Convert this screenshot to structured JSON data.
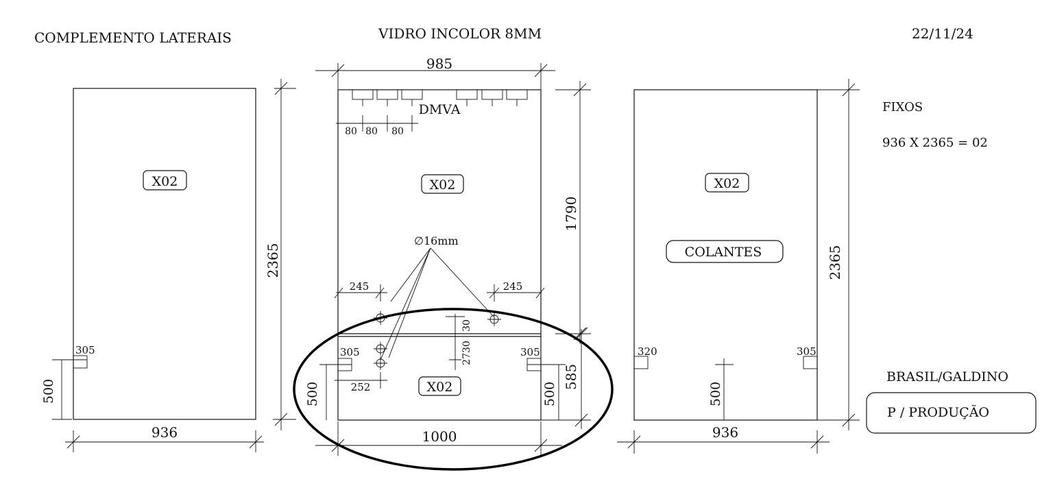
{
  "header": {
    "title": "COMPLEMENTO  LATERAIS",
    "material": "VIDRO INCOLOR 8MM",
    "date": "22/11/24"
  },
  "panel_left": {
    "label": "X02",
    "width_dim": "936",
    "height_dim": "2365",
    "cutout_dim": "305",
    "bottom_dim": "500"
  },
  "panel_center": {
    "top_width_dim": "985",
    "hardware_label": "DMVA",
    "spacing_dims": [
      "80",
      "80",
      "80"
    ],
    "upper_label": "X02",
    "upper_height_dim": "1790",
    "hole_dim": "∅16mm",
    "left_offset_dim": "245",
    "right_offset_dim": "245",
    "dim_30": "30",
    "dim_2730": "2730",
    "left_cutout_dim": "305",
    "right_cutout_dim": "305",
    "dim_252": "252",
    "lower_label": "X02",
    "left_bottom_dim": "500",
    "right_bottom_dim": "500",
    "lower_height_dim": "585",
    "bottom_width_dim": "1000"
  },
  "panel_right": {
    "label": "X02",
    "tag": "COLANTES",
    "left_cutout_dim": "320",
    "right_cutout_dim": "305",
    "bottom_dim": "500",
    "width_dim": "936",
    "height_dim": "2365"
  },
  "notes": {
    "fixed_title": "FIXOS",
    "fixed_qty": "936 X 2365 = 02",
    "client": "BRASIL/GALDINO",
    "status": "P / PRODUÇÃO"
  }
}
